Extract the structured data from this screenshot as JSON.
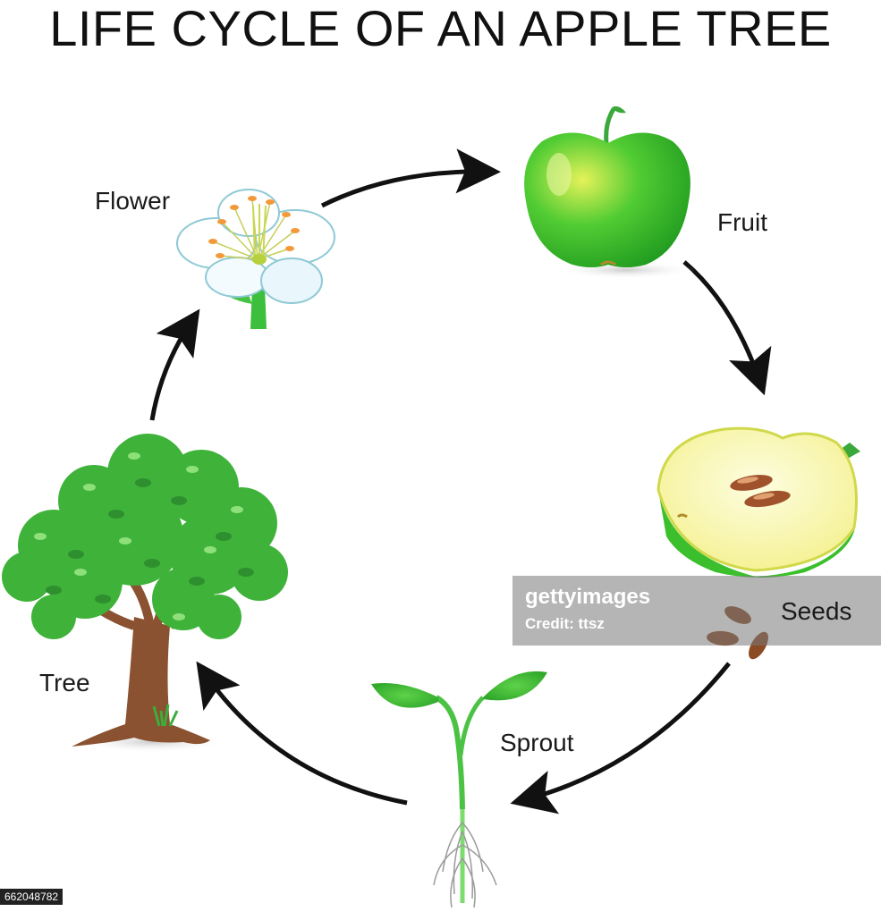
{
  "title": "LIFE CYCLE OF AN APPLE TREE",
  "stages": {
    "flower": "Flower",
    "fruit": "Fruit",
    "seeds": "Seeds",
    "sprout": "Sprout",
    "tree": "Tree"
  },
  "watermark": {
    "brand": "gettyimages",
    "credit": "Credit: ttsz"
  },
  "image_id": "662048782",
  "colors": {
    "leaf_green": "#3dbb3a",
    "apple_green": "#33c12c",
    "trunk_brown": "#8a5230",
    "seed_brown": "#a0522d",
    "arrow": "#111111"
  }
}
